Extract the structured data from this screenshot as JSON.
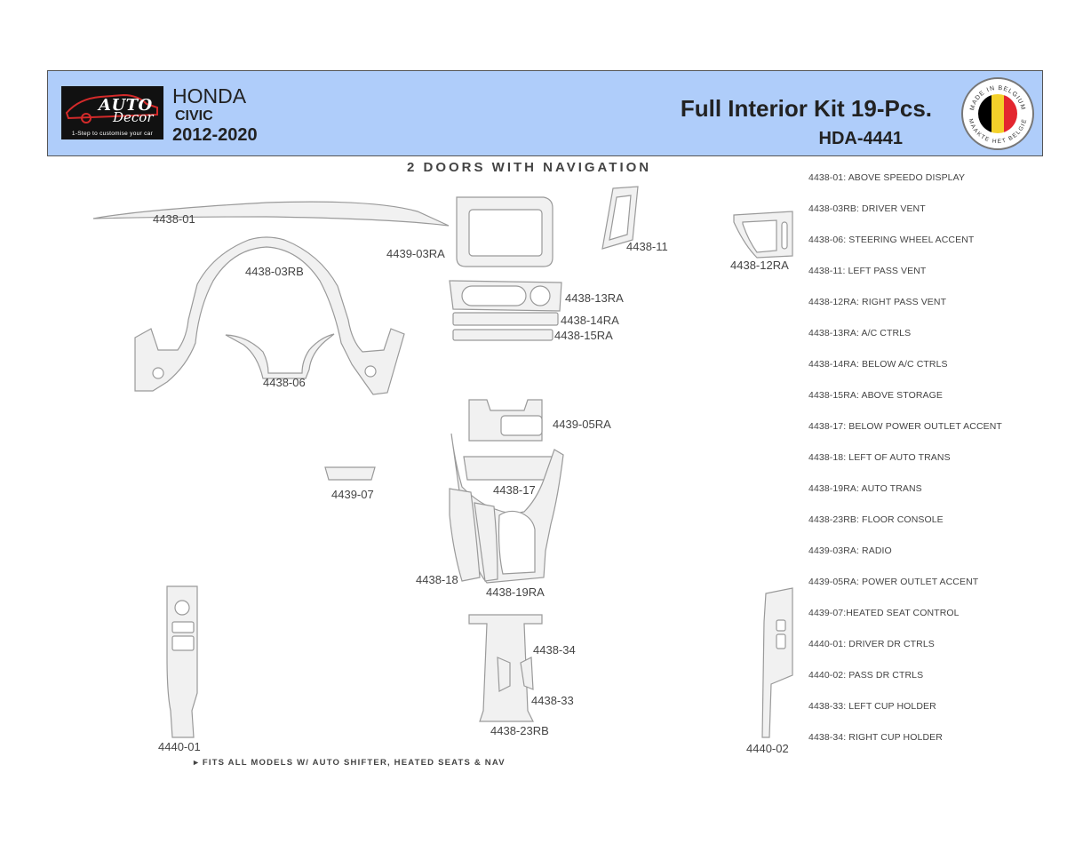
{
  "header": {
    "logo_word1": "AUTO",
    "logo_word2": "Decor",
    "logo_tagline": "1-Step to customise your car",
    "make": "HONDA",
    "model": "CIVIC",
    "years": "2012-2020",
    "kit_title": "Full Interior Kit 19-Pcs.",
    "sku": "HDA-4441",
    "badge_top": "MADE IN BELGIUM",
    "badge_bottom": "MAAKTE HET BELGIË",
    "badge_colors": [
      "#000000",
      "#f4d12a",
      "#e3262f"
    ]
  },
  "subtitle": "2 DOORS WITH NAVIGATION",
  "footnote": "FITS ALL MODELS W/ AUTO SHIFTER, HEATED SEATS & NAV",
  "part_labels": {
    "p4438_01": "4438-01",
    "p4438_03rb": "4438-03RB",
    "p4438_06": "4438-06",
    "p4439_03ra": "4439-03RA",
    "p4438_11": "4438-11",
    "p4438_12ra": "4438-12RA",
    "p4438_13ra": "4438-13RA",
    "p4438_14ra": "4438-14RA",
    "p4438_15ra": "4438-15RA",
    "p4439_05ra": "4439-05RA",
    "p4439_07": "4439-07",
    "p4438_17": "4438-17",
    "p4438_18": "4438-18",
    "p4438_19ra": "4438-19RA",
    "p4438_34": "4438-34",
    "p4438_33": "4438-33",
    "p4438_23rb": "4438-23RB",
    "p4440_01": "4440-01",
    "p4440_02": "4440-02"
  },
  "legend": [
    "4438-01: ABOVE SPEEDO DISPLAY",
    "4438-03RB: DRIVER VENT",
    "4438-06: STEERING WHEEL ACCENT",
    "4438-11: LEFT PASS VENT",
    "4438-12RA: RIGHT PASS VENT",
    "4438-13RA: A/C CTRLS",
    "4438-14RA: BELOW A/C CTRLS",
    "4438-15RA: ABOVE STORAGE",
    "4438-17: BELOW POWER OUTLET ACCENT",
    "4438-18: LEFT OF AUTO TRANS",
    "4438-19RA: AUTO TRANS",
    "4438-23RB: FLOOR CONSOLE",
    "4439-03RA: RADIO",
    "4439-05RA: POWER OUTLET ACCENT",
    "4439-07:HEATED SEAT CONTROL",
    "4440-01: DRIVER DR CTRLS",
    "4440-02: PASS DR CTRLS",
    "4438-33: LEFT CUP HOLDER",
    "4438-34: RIGHT CUP HOLDER"
  ]
}
